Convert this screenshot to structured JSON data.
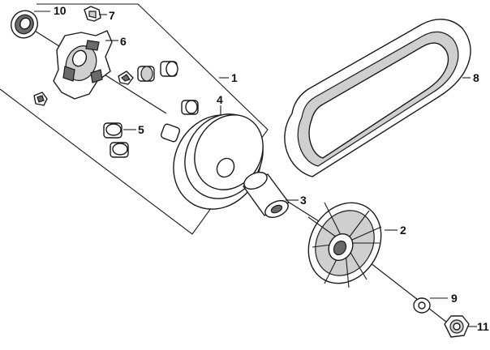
{
  "callouts": {
    "c1": "1",
    "c2": "2",
    "c3": "3",
    "c4": "4",
    "c5": "5",
    "c6": "6",
    "c7": "7",
    "c8": "8",
    "c9": "9",
    "c10": "10",
    "c11": "11"
  },
  "colors": {
    "line": "#1a1a1a",
    "shade": "#cfcfcf",
    "dark": "#6a6a6a",
    "background": "#ffffff"
  }
}
